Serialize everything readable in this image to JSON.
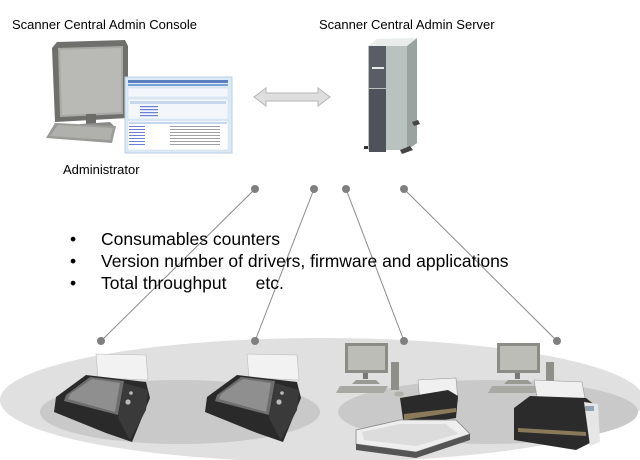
{
  "diagram": {
    "title_console": "Scanner Central Admin Console",
    "title_server": "Scanner Central Admin Server",
    "label_admin": "Administrator",
    "bullet_symbol": "•",
    "bullets": [
      "Consumables counters",
      "Version number of drivers, firmware and applications",
      "Total throughput      etc."
    ],
    "nodes": {
      "console": "admin-pc-with-console-window",
      "server": "tower-server",
      "link": "bidirectional-arrow",
      "scanners": [
        "network-scanner-1",
        "network-scanner-2",
        "pc-connected-flatbed-scanner",
        "pc-connected-sheetfed-scanner"
      ]
    },
    "colors": {
      "ellipse_outer": "#e0e0e0",
      "ellipse_inner": "#c8c8c8",
      "connector": "#808080",
      "arrow_fill": "#dddddd",
      "arrow_stroke": "#b4b4b4"
    }
  }
}
